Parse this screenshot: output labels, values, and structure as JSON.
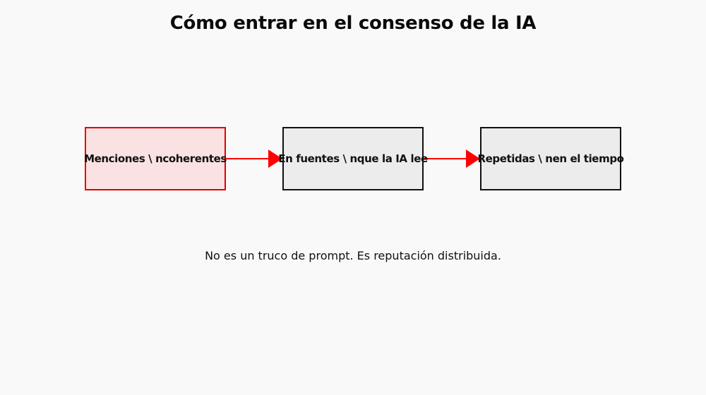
{
  "title": "Cómo entrar en el consenso de la IA",
  "steps": [
    {
      "label": "Menciones \\ ncoherentes",
      "highlighted": true
    },
    {
      "label": "En fuentes \\ nque la IA lee",
      "highlighted": false
    },
    {
      "label": "Repetidas \\ nen el tiempo",
      "highlighted": false
    }
  ],
  "footer": "No es un truco de prompt. Es reputación distribuida.",
  "colors": {
    "accent": "#e60000",
    "highlight_fill": "#fae2e2",
    "box_fill": "#ececec",
    "box_border": "#111111",
    "background": "#f9f9f9"
  }
}
